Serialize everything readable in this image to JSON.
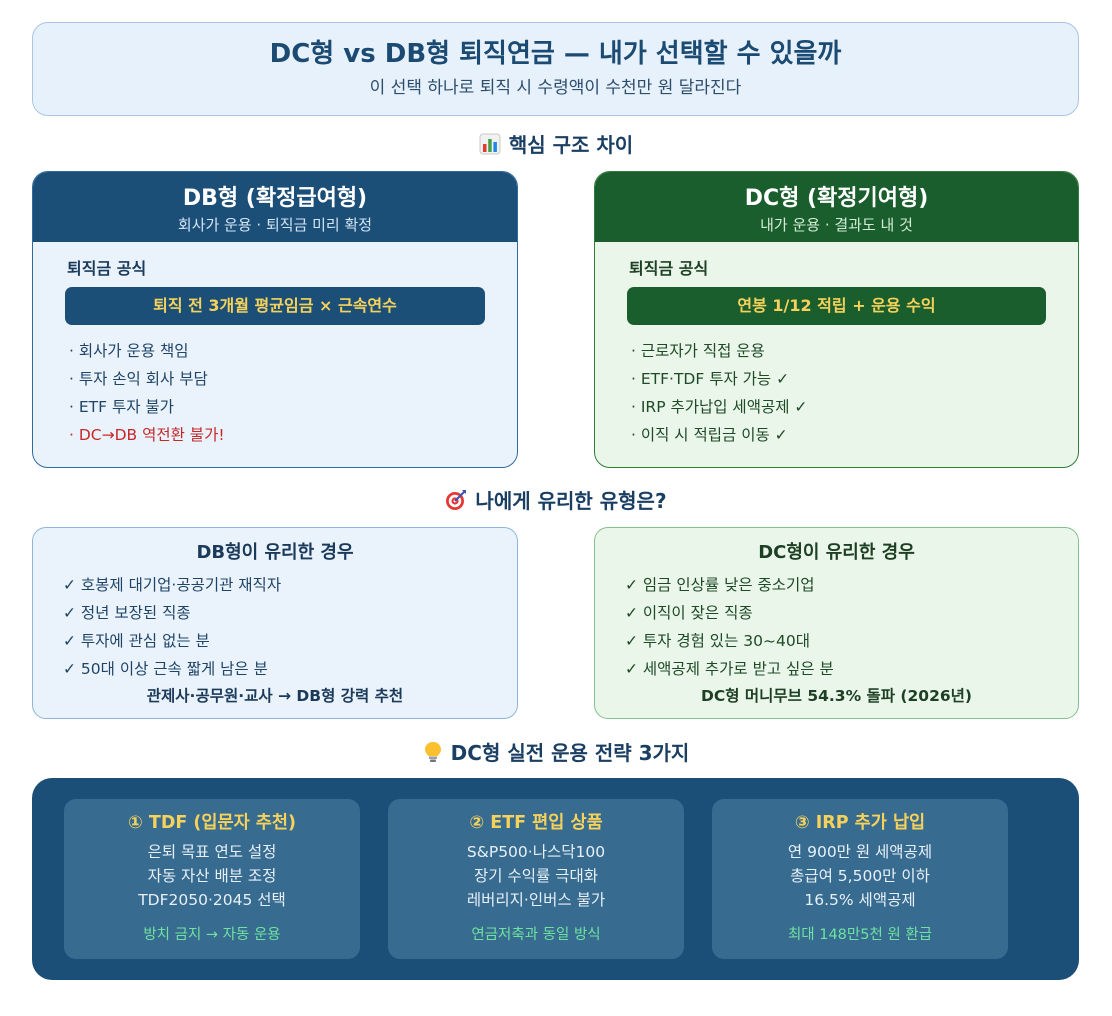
{
  "header": {
    "title": "DC형 vs DB형 퇴직연금 — 내가 선택할 수 있을까",
    "subtitle": "이 선택 하나로 퇴직 시 수령액이 수천만 원 달라진다"
  },
  "sections": {
    "structure": {
      "icon": "bar-chart-icon",
      "label": "핵심 구조 차이"
    },
    "fit": {
      "icon": "target-icon",
      "label": "나에게 유리한 유형은?"
    },
    "strategy": {
      "icon": "light-bulb-icon",
      "label": "DC형 실전 운용 전략 3가지"
    }
  },
  "db_card": {
    "title": "DB형 (확정급여형)",
    "subtitle": "회사가 운용 · 퇴직금 미리 확정",
    "formula_label": "퇴직금 공식",
    "formula": "퇴직 전 3개월 평균임금 × 근속연수",
    "bullets": [
      "· 회사가 운용 책임",
      "· 투자 손익 회사 부담",
      "· ETF 투자 불가",
      "· DC→DB 역전환 불가!"
    ]
  },
  "dc_card": {
    "title": "DC형 (확정기여형)",
    "subtitle": "내가 운용 · 결과도 내 것",
    "formula_label": "퇴직금 공식",
    "formula": "연봉 1/12 적립 + 운용 수익",
    "bullets": [
      "· 근로자가 직접 운용",
      "· ETF·TDF 투자 가능 ✓",
      "· IRP 추가납입 세액공제 ✓",
      "· 이직 시 적립금 이동 ✓"
    ]
  },
  "db_fit": {
    "title": "DB형이 유리한 경우",
    "items": [
      "✓ 호봉제 대기업·공공기관 재직자",
      "✓ 정년 보장된 직종",
      "✓ 투자에 관심 없는 분",
      "✓ 50대 이상 근속 짧게 남은 분"
    ],
    "footer": "관제사·공무원·교사 → DB형 강력 추천"
  },
  "dc_fit": {
    "title": "DC형이 유리한 경우",
    "items": [
      "✓ 임금 인상률 낮은 중소기업",
      "✓ 이직이 잦은 직종",
      "✓ 투자 경험 있는 30~40대",
      "✓ 세액공제 추가로 받고 싶은 분"
    ],
    "footer": "DC형 머니무브 54.3% 돌파 (2026년)"
  },
  "strategies": [
    {
      "title": "① TDF (입문자 추천)",
      "lines": [
        "은퇴 목표 연도 설정",
        "자동 자산 배분 조정",
        "TDF2050·2045 선택"
      ],
      "footer": "방치 금지 → 자동 운용"
    },
    {
      "title": "② ETF 편입 상품",
      "lines": [
        "S&P500·나스닥100",
        "장기 수익률 극대화",
        "레버리지·인버스 불가"
      ],
      "footer": "연금저축과 동일 방식"
    },
    {
      "title": "③ IRP 추가 납입",
      "lines": [
        "연 900만 원 세액공제",
        "총급여 5,500만 이하",
        "16.5% 세액공제"
      ],
      "footer": "최대 148만5천 원 환급"
    }
  ],
  "colors": {
    "db_dark": "#1c4f78",
    "dc_dark": "#1b5e2e",
    "highlight_yellow": "#f7d25a",
    "warn_red": "#c62828",
    "footer_green": "#6ee2a0"
  }
}
